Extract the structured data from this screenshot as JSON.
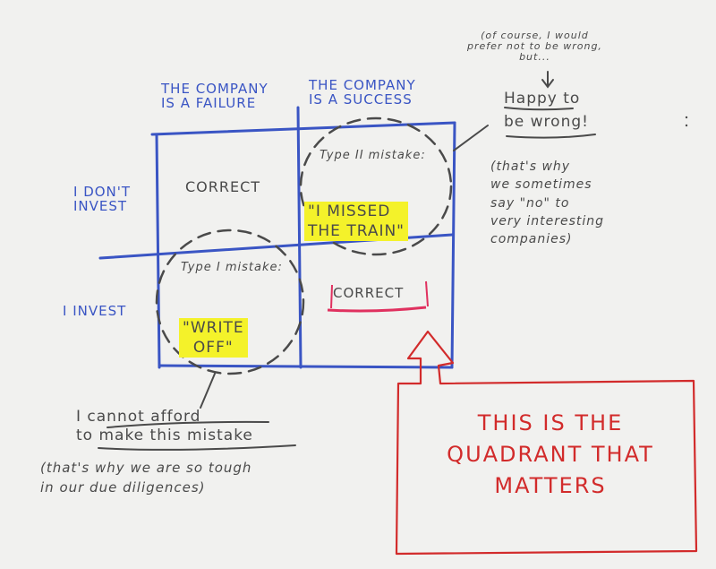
{
  "columns": {
    "failure": "THE COMPANY\nIS A FAILURE",
    "success": "THE COMPANY\nIS A SUCCESS"
  },
  "rows": {
    "dont_invest": "I DON'T\nINVEST",
    "invest": "I INVEST"
  },
  "cells": {
    "dont_invest_failure": "CORRECT",
    "dont_invest_success_label": "Type II mistake:",
    "dont_invest_success_value": "\"I MISSED\nTHE TRAIN\"",
    "invest_failure_label": "Type I mistake:",
    "invest_failure_value": "\"WRITE\nOFF\"",
    "invest_success": "CORRECT"
  },
  "notes": {
    "aside": "(of course, I would\nprefer not to be wrong,\nbut...",
    "happy": "Happy to\nbe wrong!",
    "explain_no": "(that's why\nwe sometimes\nsay \"no\" to\nvery interesting\ncompanies)",
    "afford": "I cannot afford\nto make this mistake",
    "diligence": "(that's why we are so tough\nin our due diligences)",
    "quadrant": "THIS IS THE\nQUADRANT THAT\nMATTERS"
  },
  "colors": {
    "grid": "#3a55c4",
    "highlight": "#f4f22a",
    "callout": "#d22b2b",
    "ink": "#4a4a4a"
  }
}
